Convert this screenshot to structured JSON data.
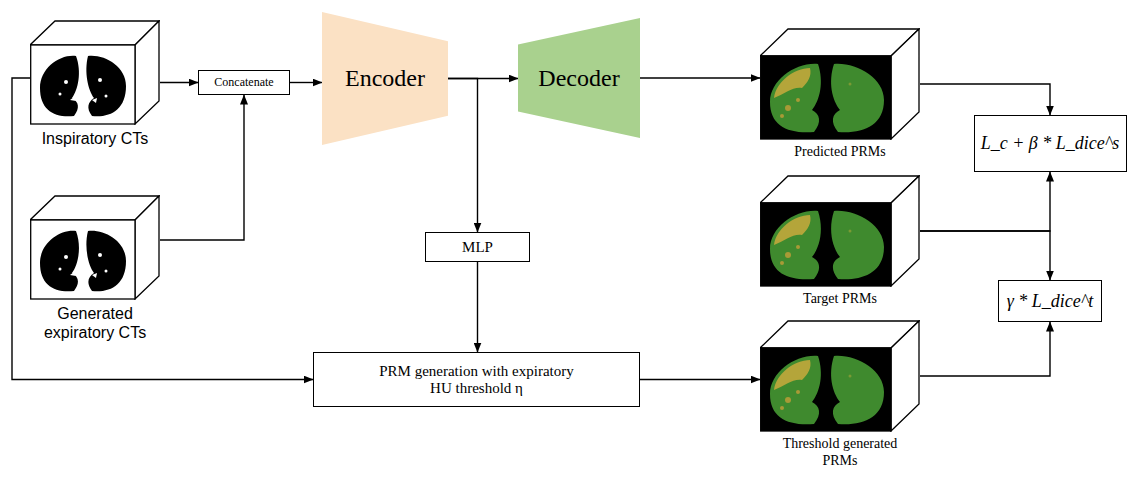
{
  "diagram": {
    "nodes": [
      {
        "text": [
          "Inspiratory CTs"
        ]
      },
      {
        "text": [
          "Generated expiratory CTs"
        ]
      },
      {
        "text": [
          "Concatenate"
        ]
      },
      {
        "text": [
          "Encoder"
        ]
      },
      {
        "text": [
          "Decoder"
        ]
      },
      {
        "text": [
          "MLP"
        ]
      },
      {
        "text": [
          "PRM generation with expiratory HU threshold η"
        ]
      },
      {
        "text": [
          "Predicted PRMs"
        ]
      },
      {
        "text": [
          "Target PRMs"
        ]
      },
      {
        "text": [
          "Threshold generated PRMs"
        ]
      },
      {
        "text": [
          "L_c + β * L_dice^s"
        ]
      },
      {
        "text": [
          "γ * L_dice^t"
        ]
      }
    ],
    "edges": [
      {
        "from": 0,
        "to": 2,
        "arrow": "to"
      },
      {
        "from": 1,
        "to": 2,
        "arrow": "to"
      },
      {
        "from": 2,
        "to": 3,
        "arrow": "to"
      },
      {
        "from": 3,
        "to": 4,
        "arrow": "to"
      },
      {
        "from": 3,
        "to": 5,
        "arrow": "to"
      },
      {
        "from": 5,
        "to": 6,
        "arrow": "to"
      },
      {
        "from": 0,
        "to": 6,
        "arrow": "to"
      },
      {
        "from": 4,
        "to": 7,
        "arrow": "to"
      },
      {
        "from": 6,
        "to": 9,
        "arrow": "to"
      },
      {
        "from": 7,
        "to": 10,
        "arrow": "to"
      },
      {
        "from": 8,
        "to": 10,
        "arrow": "to"
      },
      {
        "from": 8,
        "to": 11,
        "arrow": "to"
      },
      {
        "from": 9,
        "to": 11,
        "arrow": "to"
      }
    ]
  }
}
